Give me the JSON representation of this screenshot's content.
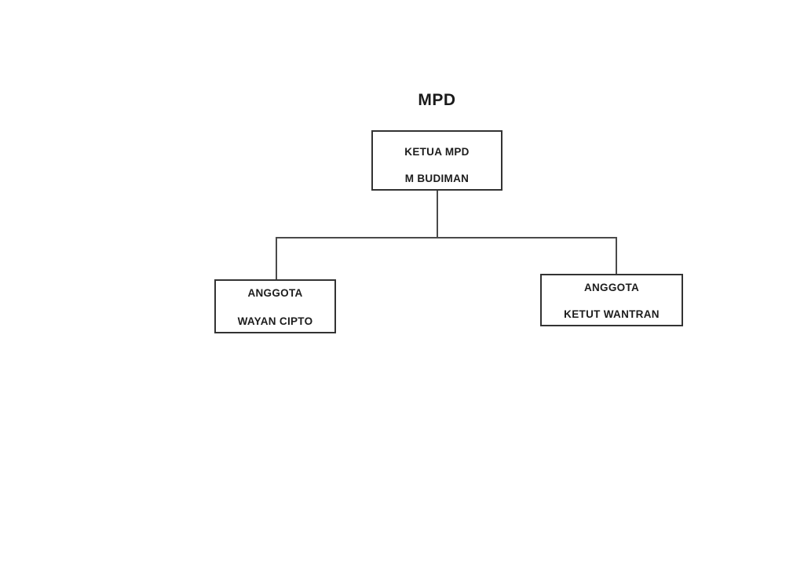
{
  "title": "MPD",
  "nodes": {
    "root": {
      "role": "KETUA MPD",
      "name": "M BUDIMAN"
    },
    "left": {
      "role": "ANGGOTA",
      "name": "WAYAN CIPTO"
    },
    "right": {
      "role": "ANGGOTA",
      "name": "KETUT WANTRAN"
    }
  },
  "edges": [
    {
      "from": "root",
      "to": "left"
    },
    {
      "from": "root",
      "to": "right"
    }
  ],
  "colors": {
    "background": "#ffffff",
    "box_border": "#333333",
    "connector": "#4a4a4a",
    "text": "#1c1c1c"
  }
}
